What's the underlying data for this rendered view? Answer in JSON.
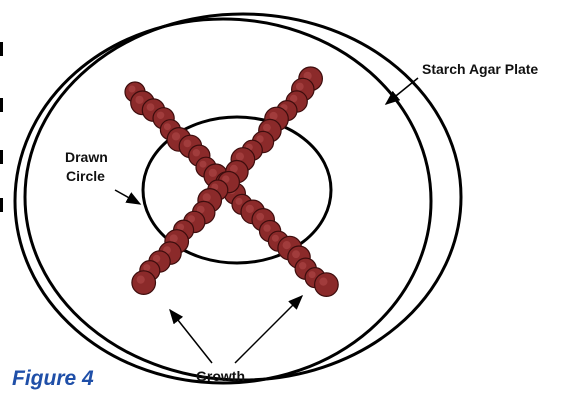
{
  "labels": {
    "plate": "Starch Agar Plate",
    "circle_line1": "Drawn",
    "circle_line2": "Circle",
    "growth": "Growth",
    "figure": "Figure 4"
  },
  "colors": {
    "growth_fill": "#8b2a2a",
    "growth_stroke": "#3d0d0d",
    "figure_text": "#1f4fa8",
    "line": "#000000"
  }
}
